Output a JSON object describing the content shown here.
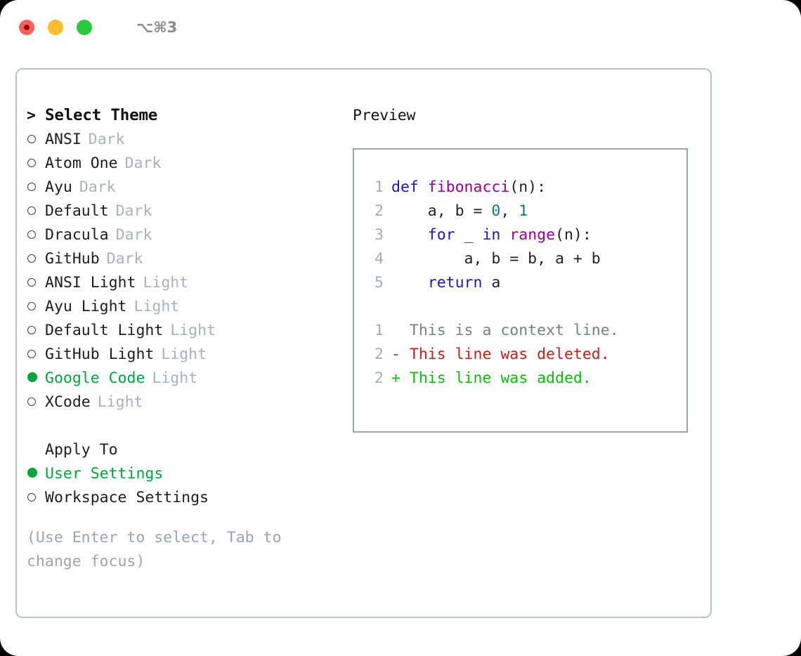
{
  "titlebar": {
    "shortcut": "⌥⌘3",
    "lights": [
      "close",
      "minimize",
      "maximize"
    ]
  },
  "left": {
    "header_marker": ">",
    "header": "Select Theme",
    "themes": [
      {
        "marker": "○",
        "name": "ANSI",
        "kind": "Dark",
        "selected": false
      },
      {
        "marker": "○",
        "name": "Atom One",
        "kind": "Dark",
        "selected": false
      },
      {
        "marker": "○",
        "name": "Ayu",
        "kind": "Dark",
        "selected": false
      },
      {
        "marker": "○",
        "name": "Default",
        "kind": "Dark",
        "selected": false
      },
      {
        "marker": "○",
        "name": "Dracula",
        "kind": "Dark",
        "selected": false
      },
      {
        "marker": "○",
        "name": "GitHub",
        "kind": "Dark",
        "selected": false
      },
      {
        "marker": "○",
        "name": "ANSI Light",
        "kind": "Light",
        "selected": false
      },
      {
        "marker": "○",
        "name": "Ayu Light",
        "kind": "Light",
        "selected": false
      },
      {
        "marker": "○",
        "name": "Default Light",
        "kind": "Light",
        "selected": false
      },
      {
        "marker": "○",
        "name": "GitHub Light",
        "kind": "Light",
        "selected": false
      },
      {
        "marker": "●",
        "name": "Google Code",
        "kind": "Light",
        "selected": true
      },
      {
        "marker": "○",
        "name": "XCode",
        "kind": "Light",
        "selected": false
      }
    ],
    "apply_to_label": "Apply To",
    "apply_to_options": [
      {
        "marker": "●",
        "name": "User Settings",
        "selected": true
      },
      {
        "marker": "○",
        "name": "Workspace Settings",
        "selected": false
      }
    ],
    "hint": "(Use Enter to select, Tab to\nchange focus)"
  },
  "right": {
    "preview_label": "Preview",
    "code_lines": [
      {
        "num": "1",
        "tokens": [
          {
            "t": "def ",
            "c": "kw"
          },
          {
            "t": "fibonacci",
            "c": "fn"
          },
          {
            "t": "(n):",
            "c": "pl"
          }
        ]
      },
      {
        "num": "2",
        "tokens": [
          {
            "t": "    a, b = ",
            "c": "pl"
          },
          {
            "t": "0",
            "c": "num"
          },
          {
            "t": ", ",
            "c": "pl"
          },
          {
            "t": "1",
            "c": "num"
          }
        ]
      },
      {
        "num": "3",
        "tokens": [
          {
            "t": "    ",
            "c": "pl"
          },
          {
            "t": "for",
            "c": "kw"
          },
          {
            "t": " _ ",
            "c": "pl"
          },
          {
            "t": "in",
            "c": "kw"
          },
          {
            "t": " ",
            "c": "pl"
          },
          {
            "t": "range",
            "c": "fn"
          },
          {
            "t": "(n):",
            "c": "pl"
          }
        ]
      },
      {
        "num": "4",
        "tokens": [
          {
            "t": "        a, b = b, a + b",
            "c": "pl"
          }
        ]
      },
      {
        "num": "5",
        "tokens": [
          {
            "t": "    ",
            "c": "pl"
          },
          {
            "t": "return",
            "c": "kw"
          },
          {
            "t": " a",
            "c": "pl"
          }
        ]
      }
    ],
    "diff_lines": [
      {
        "num": "1",
        "sign": " ",
        "text": " This is a context line.",
        "kind": "ctx"
      },
      {
        "num": "2",
        "sign": "-",
        "text": " This line was deleted.",
        "kind": "del"
      },
      {
        "num": "2",
        "sign": "+",
        "text": " This line was added.",
        "kind": "add"
      }
    ]
  },
  "colors": {
    "selected_green": "#00a63c",
    "muted": "#a8b2bf",
    "hint": "#9aa4b2",
    "keyword": "#1a1aae",
    "function": "#99008f",
    "number": "#0c7c74",
    "deleted": "#c0201a",
    "added": "#0bbd0b",
    "context": "#737f8b",
    "panel_border": "#b9c0cb",
    "preview_border": "#9aa6b4"
  }
}
